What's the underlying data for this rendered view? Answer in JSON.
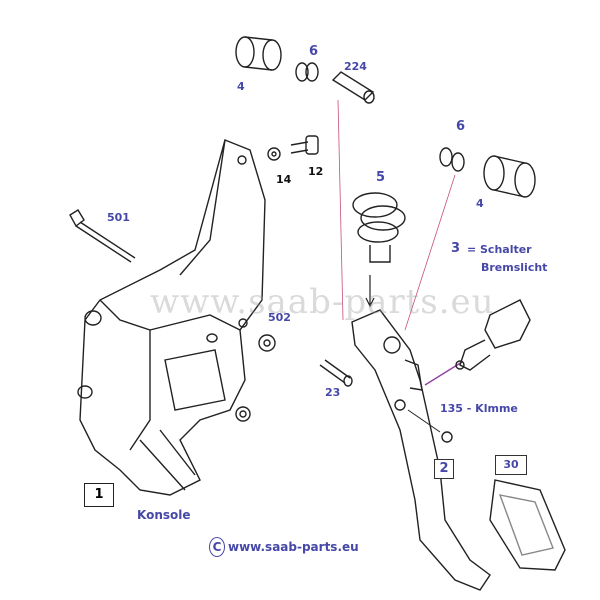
{
  "diagram": {
    "watermark": "www.saab-parts.eu",
    "labels": {
      "bushing_left": "4",
      "clip_left": "6",
      "sleeve": "224",
      "washer": "14",
      "bolt_12": "12",
      "spring": "5",
      "clip_right": "6",
      "bushing_right": "4",
      "bolt_501": "501",
      "switch_num": "3",
      "switch_eq": "=",
      "switch_line1": "Schalter",
      "switch_line2": "Bremslicht",
      "nut_502": "502",
      "pin_23": "23",
      "clamp": "135 - Klmme"
    },
    "boxes": {
      "console": "1",
      "pedal": "2",
      "pad": "30"
    },
    "console_name": "Konsole",
    "copyright_symbol": "C",
    "copyright_url": "www.saab-parts.eu",
    "colors": {
      "label": "#4648a8",
      "line": "#222222",
      "leader": "#c8507a"
    }
  }
}
